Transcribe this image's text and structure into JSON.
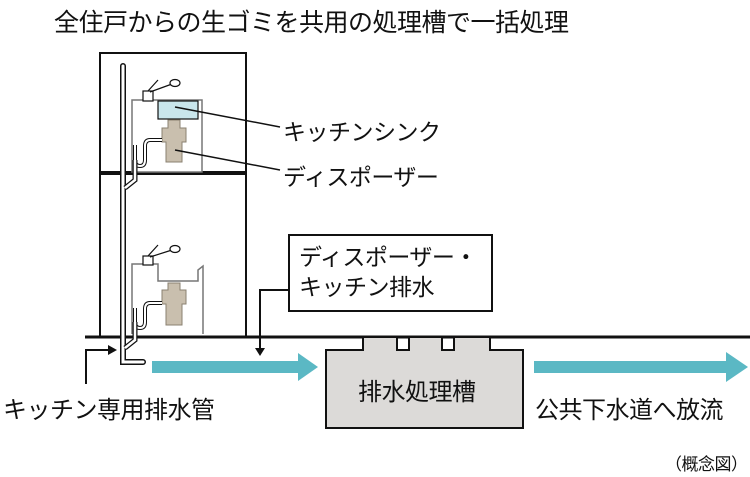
{
  "title": "全住戸からの生ゴミを共用の処理槽で一括処理",
  "labels": {
    "kitchen_sink": "キッチンシンク",
    "disposer": "ディスポーザー",
    "drain_box_line1": "ディスポーザー・",
    "drain_box_line2": "キッチン排水",
    "treatment_tank": "排水処理槽",
    "kitchen_drain_pipe": "キッチン専用排水管",
    "to_sewer": "公共下水道へ放流",
    "note": "（概念図）"
  },
  "colors": {
    "flow_arrow": "#5bb8c4",
    "sink_water": "#c9e6ec",
    "disposer_unit": "#c9bfae",
    "tank_fill": "#dcdad8",
    "line": "#111111",
    "thin_line": "#777777"
  }
}
